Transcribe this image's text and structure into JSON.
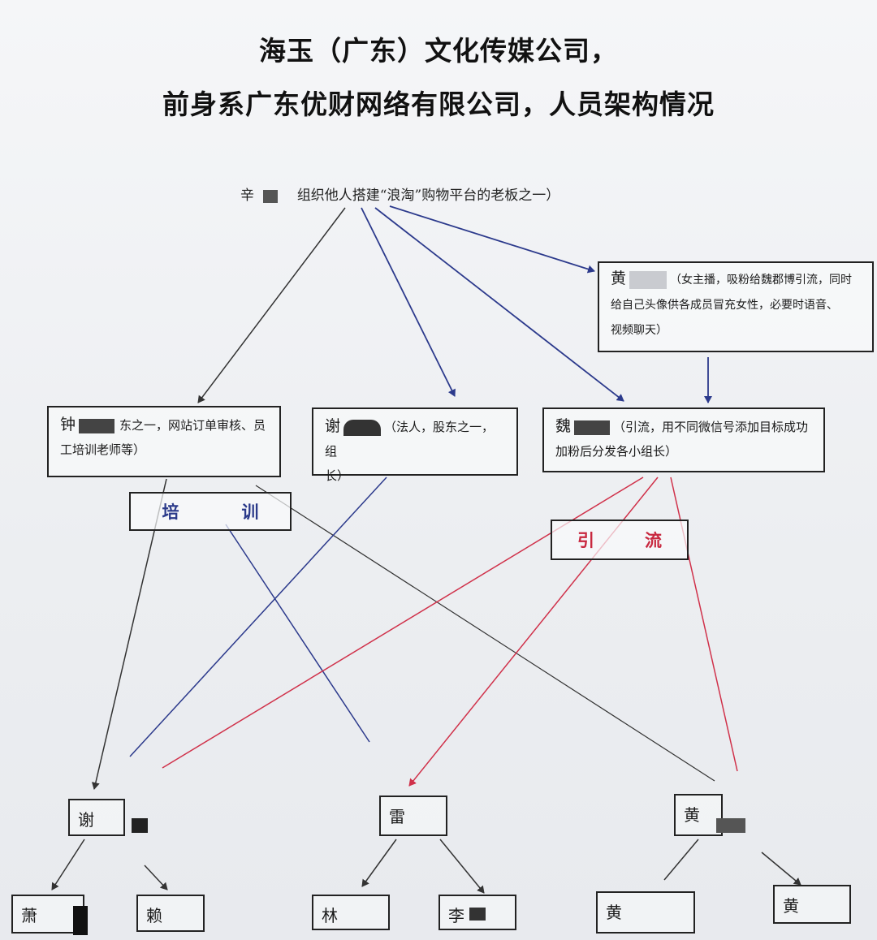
{
  "title_line1": "海玉（广东）文化传媒公司，",
  "title_line2": "前身系广东优财网络有限公司，人员架构情况",
  "top_node": {
    "surname": "辛",
    "description": "组织他人搭建“浪淘”购物平台的老板之一）"
  },
  "huang_box": {
    "surname": "黄",
    "line1": "（女主播，吸粉给魏郡博引流，同时",
    "line2": "给自己头像供各成员冒充女性，必要时语音、",
    "line3": "视频聊天）"
  },
  "zhong_box": {
    "surname": "钟",
    "line1": "东之一，网站订单审核、员",
    "line2": "工培训老师等）"
  },
  "xie_box": {
    "surname": "谢",
    "line1": "（法人，股东之一，组",
    "line2": "长）"
  },
  "wei_box": {
    "surname": "魏",
    "line1": "（引流，用不同微信号添加目标成功",
    "line2": "加粉后分发各小组长）"
  },
  "label_training": {
    "char1": "培",
    "char2": "训"
  },
  "label_traffic": {
    "char1": "引",
    "char2": "流"
  },
  "leaders": [
    {
      "surname": "谢"
    },
    {
      "surname": "雷"
    },
    {
      "surname": "黄"
    }
  ],
  "members": [
    {
      "surname": "萧"
    },
    {
      "surname": "赖"
    },
    {
      "surname": "林"
    },
    {
      "surname": "李"
    },
    {
      "surname": "黄"
    },
    {
      "surname": "黄"
    }
  ],
  "colors": {
    "blue_arrow": "#2c3a8c",
    "red_arrow": "#d0314a",
    "dark_arrow": "#333333",
    "training_text": "#2b3a8a",
    "traffic_text": "#c8283f"
  }
}
